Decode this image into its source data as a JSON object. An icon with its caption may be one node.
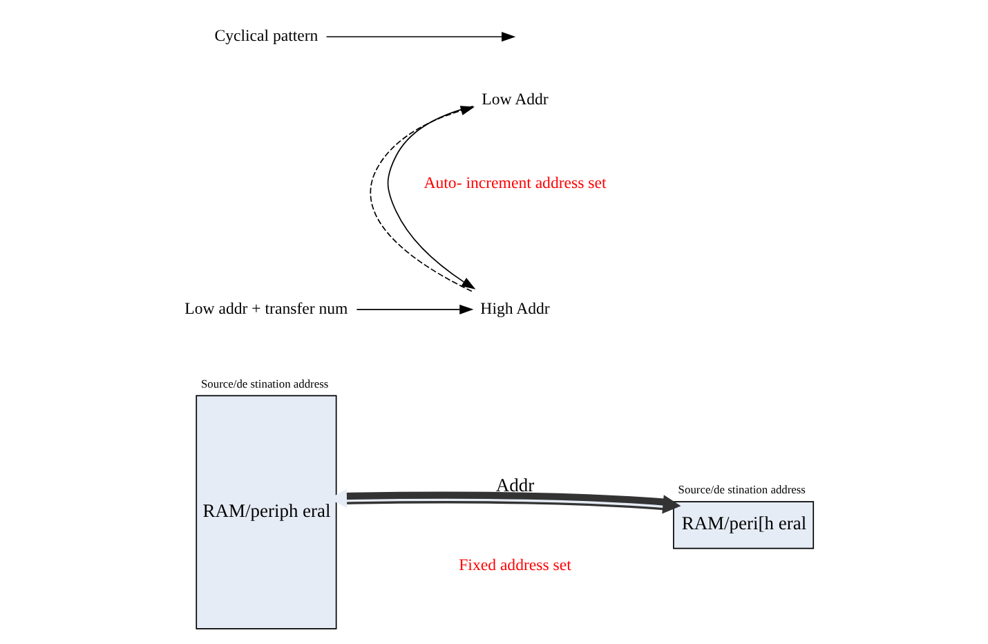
{
  "diagram": {
    "nodes": [
      {
        "text": [
          "Source/de stination address",
          "RAM/periph eral"
        ]
      },
      {
        "text": [
          "Source/de stination address",
          "RAM/peri[h eral"
        ]
      },
      {
        "text": [
          "Low addr + transfer num"
        ]
      },
      {
        "text": [
          "High Addr"
        ]
      },
      {
        "text": [
          "Cyclical pattern"
        ]
      },
      {
        "text": [
          "Low Addr"
        ]
      }
    ],
    "edges": [
      {
        "from": 2,
        "to": 3,
        "arrow": "to"
      },
      {
        "from": 4,
        "to": null,
        "arrow": "to"
      },
      {
        "from": 5,
        "to": 3,
        "arrow": "to"
      },
      {
        "from": 3,
        "to": 5,
        "arrow": "to",
        "style": "dashed"
      },
      {
        "from": 0,
        "to": 1,
        "arrow": "both",
        "style": "thick",
        "label": "Addr"
      }
    ],
    "labels": [
      "Auto- increment address set",
      "Fixed address set"
    ]
  }
}
